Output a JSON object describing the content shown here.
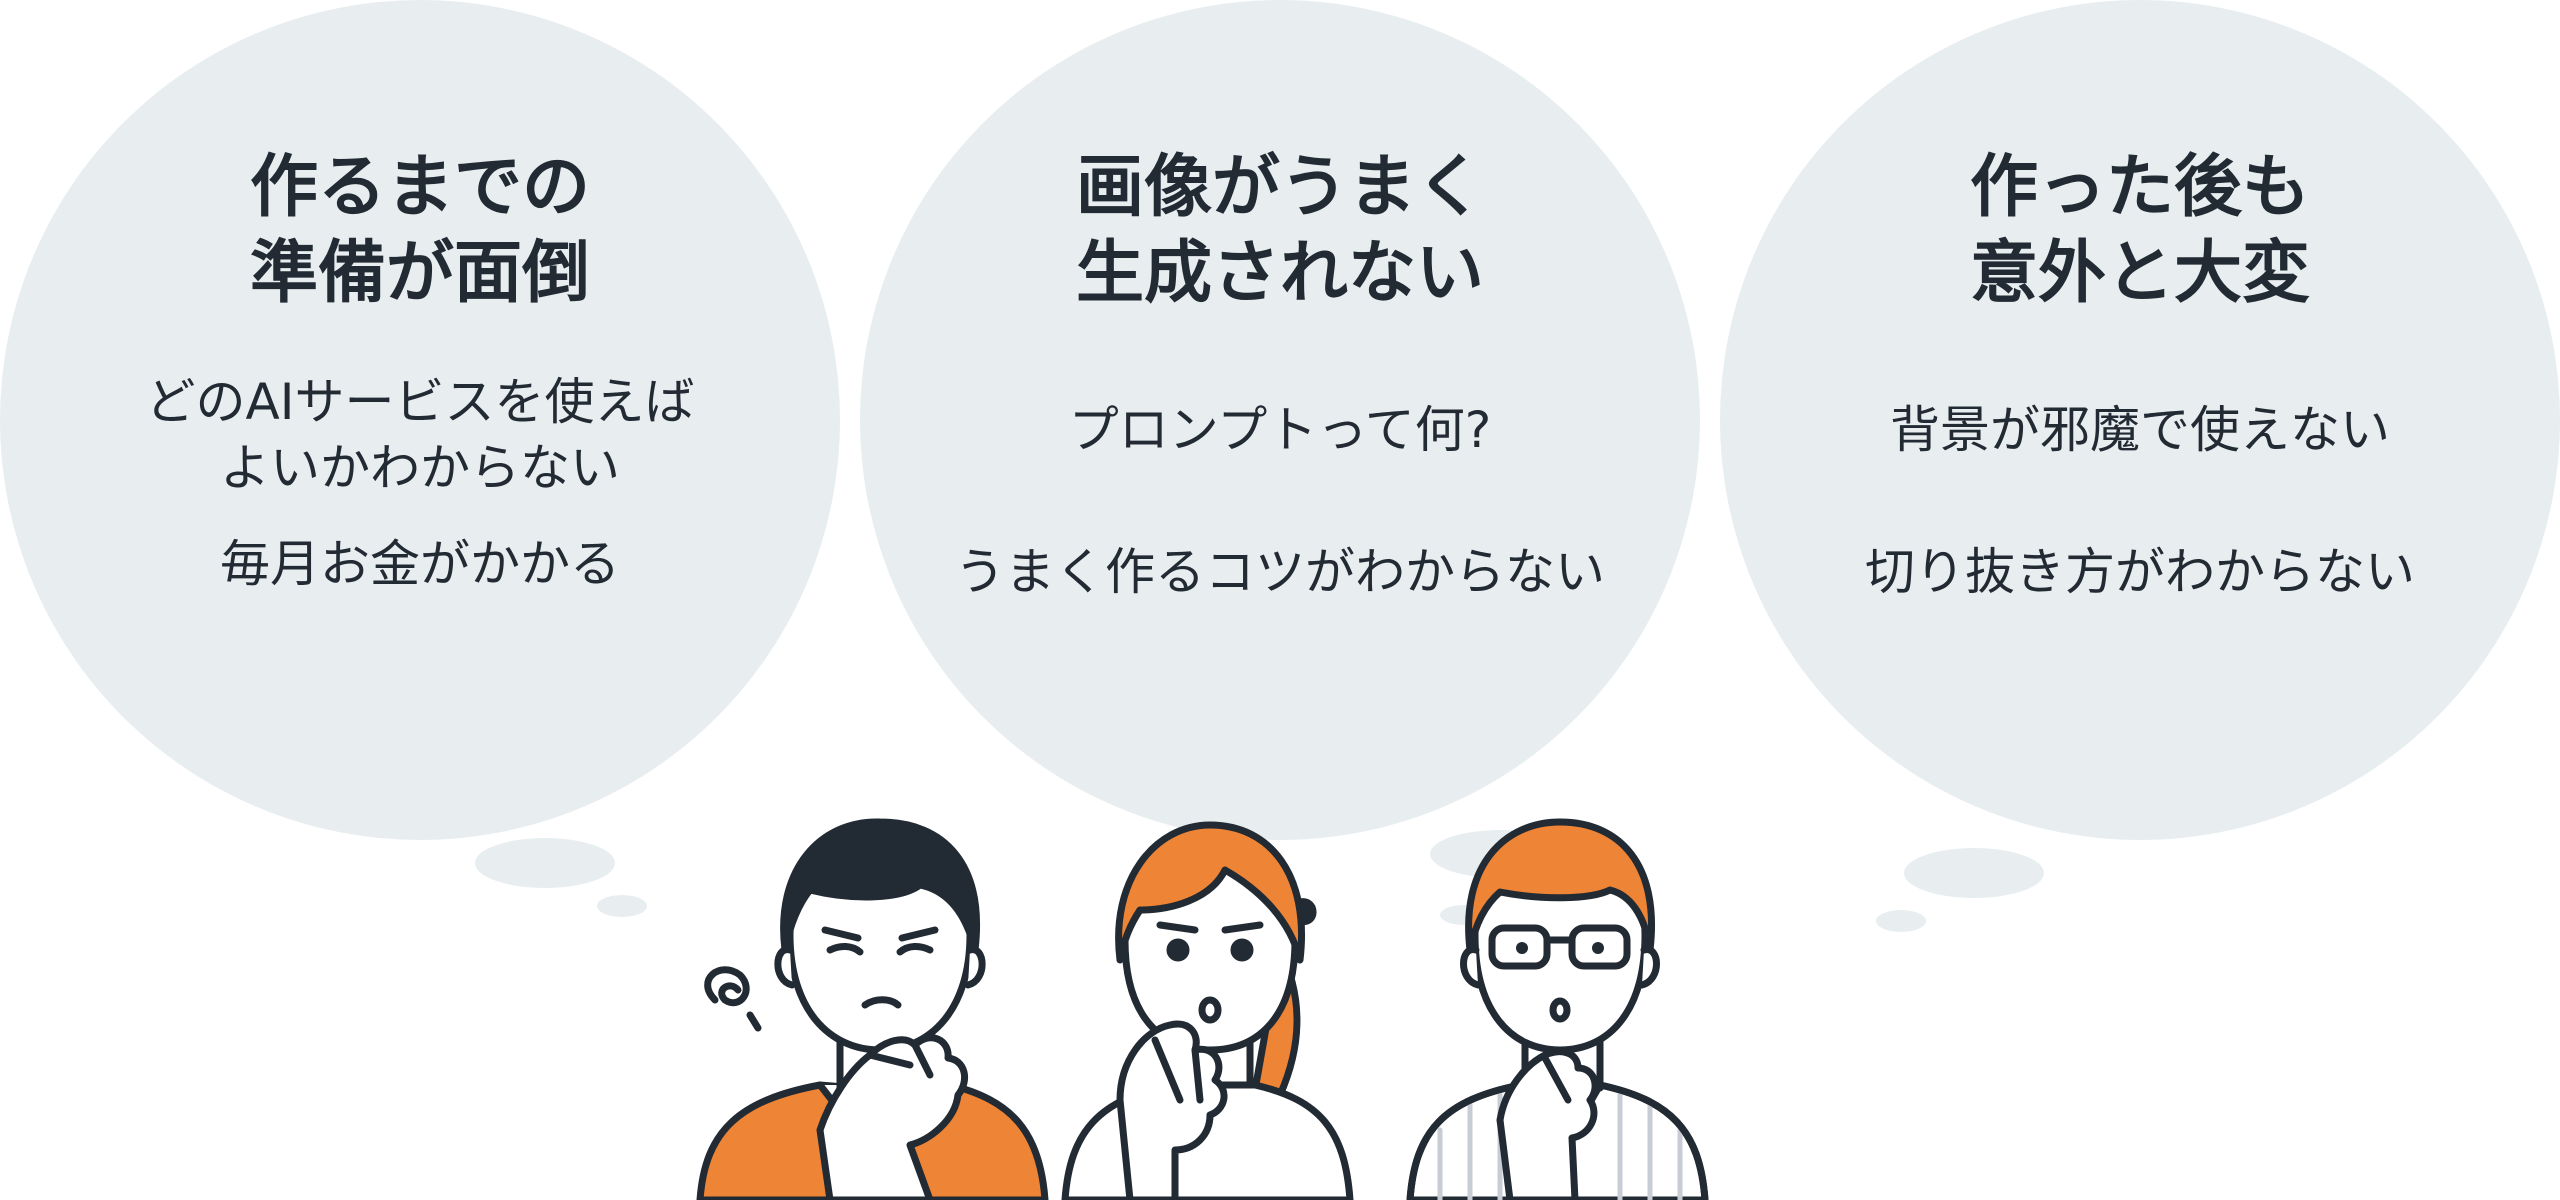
{
  "bubbles": [
    {
      "title": [
        "作るまでの",
        "準備が面倒"
      ],
      "lines": [
        "どのAIサービスを使えば",
        "よいかわからない",
        "毎月お金がかかる"
      ]
    },
    {
      "title": [
        "画像がうまく",
        "生成されない"
      ],
      "lines": [
        "プロンプトって何?",
        "うまく作るコツがわからない"
      ]
    },
    {
      "title": [
        "作った後も",
        "意外と大変"
      ],
      "lines": [
        "背景が邪魔で使えない",
        "切り抜き方がわからない"
      ]
    }
  ],
  "colors": {
    "bubble": "#e8eef0",
    "accent_orange": "#ee8436",
    "outline": "#222a33",
    "hair_dark": "#222a33"
  },
  "figures": [
    "person-male-worried-icon",
    "person-female-surprised-icon",
    "person-male-glasses-confused-icon"
  ]
}
